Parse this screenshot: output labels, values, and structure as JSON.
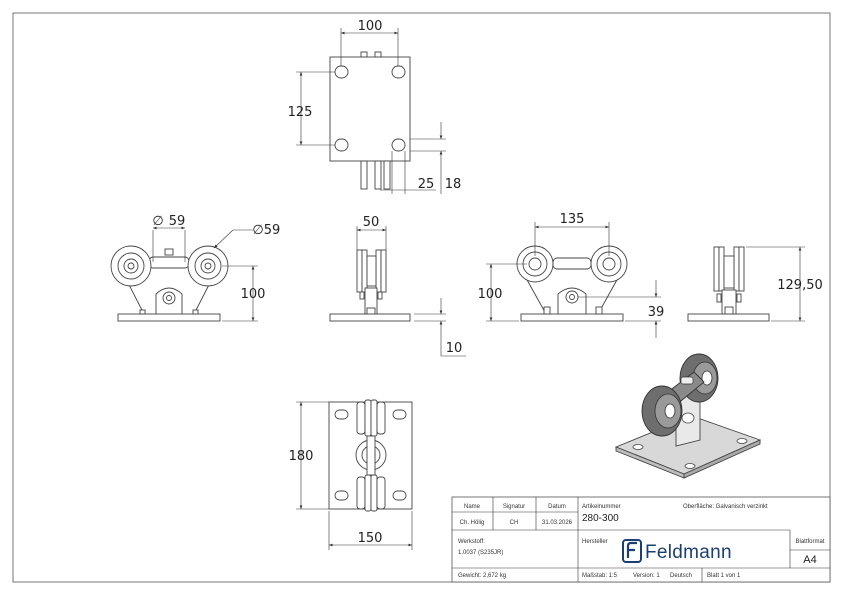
{
  "dimensions": {
    "top_width": "100",
    "top_height": "125",
    "top_offset": "25",
    "top_edge": "18",
    "front_dia_left": "59",
    "front_dia_right": "59",
    "front_height": "100",
    "side_width": "50",
    "side_plate": "10",
    "back_width": "135",
    "back_height": "100",
    "back_pivot": "39",
    "right_height": "129,50",
    "bottom_height": "180",
    "bottom_width": "150"
  },
  "title_block": {
    "name_label": "Name",
    "name_value": "Ch. Hölig",
    "signatur_label": "Signatur",
    "signatur_value": "CH",
    "datum_label": "Datum",
    "datum_value": "31.03.2026",
    "artikel_label": "Artikelnummer",
    "artikel_value": "280-300",
    "oberflaeche": "Oberfläche:  Galvanisch verzinkt",
    "werkstoff_label": "Werkstoff:",
    "werkstoff_value": "1.0037 (S235JR)",
    "hersteller_label": "Hersteller",
    "brand": "Feldmann",
    "blattformat_label": "Blattformat",
    "blattformat_value": "A4",
    "gewicht": "Gewicht: 2,672 kg",
    "massstab": "Maßstab: 1:5",
    "version": "Version: 1",
    "sprache": "Deutsch",
    "blatt": "Blatt 1 von 1"
  },
  "colors": {
    "brand": "#1a3f73",
    "line": "#444444"
  }
}
